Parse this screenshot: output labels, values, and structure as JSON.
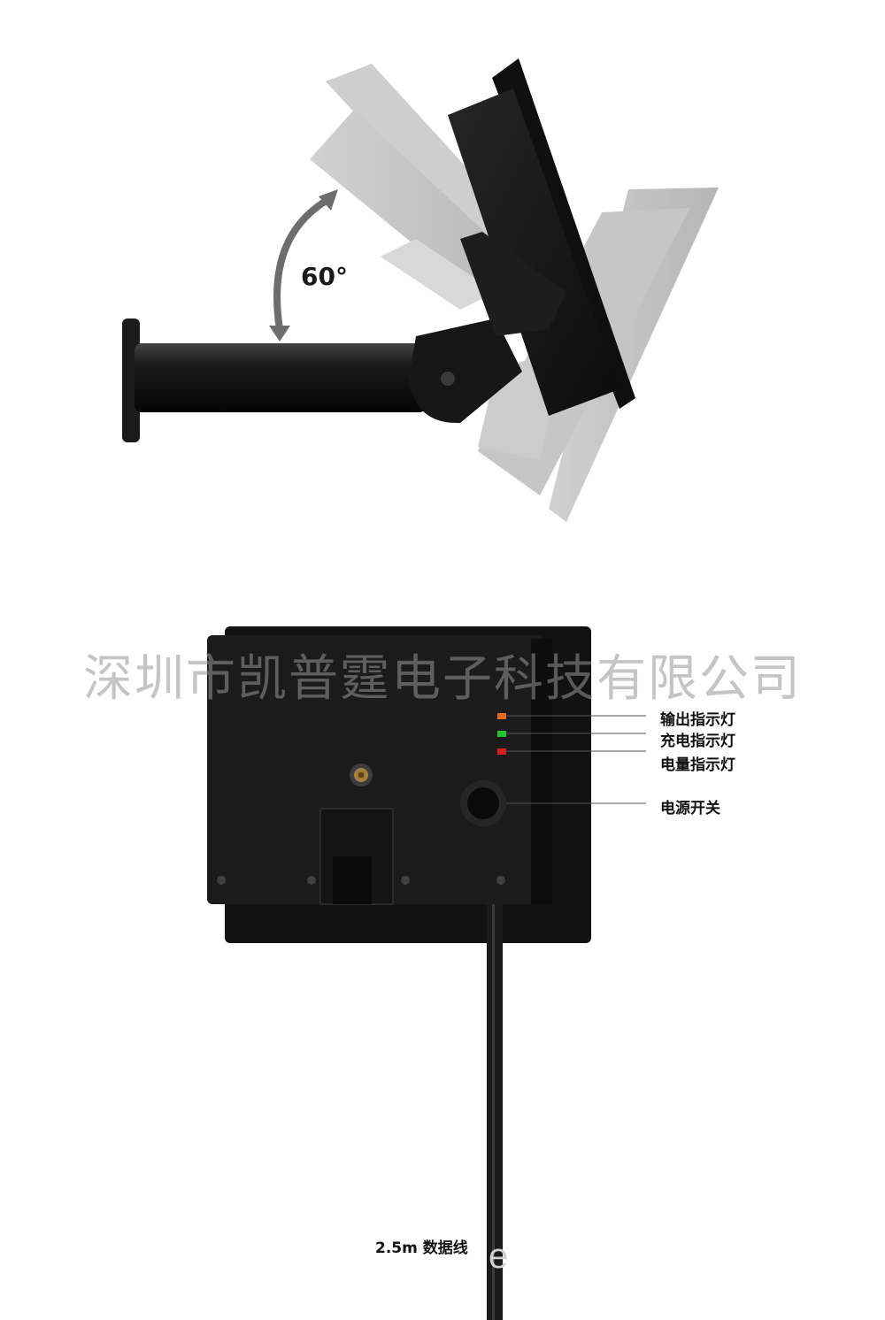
{
  "angle_label": "60°",
  "watermark": "深圳市凯普霆电子科技有限公司",
  "callouts": {
    "output_indicator": "输出指示灯",
    "charge_indicator": "充电指示灯",
    "battery_indicator": "电量指示灯",
    "power_switch": "电源开关"
  },
  "cable_label": "2.5m 数据线",
  "stray_text": "e",
  "colors": {
    "output_led": "#e06a1a",
    "charge_led": "#22c22a",
    "battery_led": "#d4201e",
    "device_body": "#111111",
    "ghost_body": "#b4b4b4"
  }
}
